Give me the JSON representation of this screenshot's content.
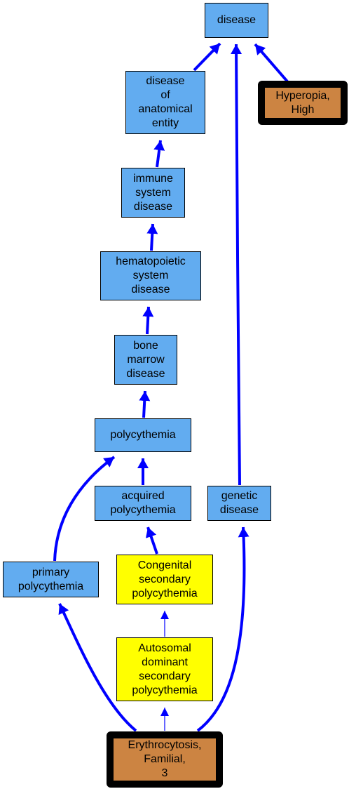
{
  "colors": {
    "ontology_node": "#62acf0",
    "intermediate_node": "#ffff00",
    "highlight_node": "#cc8442",
    "edge": "#0000ff"
  },
  "nodes": {
    "disease": {
      "lines": [
        "disease"
      ]
    },
    "hyperopia_high": {
      "lines": [
        "Hyperopia,",
        "High"
      ]
    },
    "disease_of_anatomical_entity": {
      "lines": [
        "disease",
        "of",
        "anatomical",
        "entity"
      ]
    },
    "immune_system_disease": {
      "lines": [
        "immune",
        "system",
        "disease"
      ]
    },
    "hematopoietic_system_disease": {
      "lines": [
        "hematopoietic",
        "system",
        "disease"
      ]
    },
    "bone_marrow_disease": {
      "lines": [
        "bone",
        "marrow",
        "disease"
      ]
    },
    "polycythemia": {
      "lines": [
        "polycythemia"
      ]
    },
    "acquired_polycythemia": {
      "lines": [
        "acquired",
        "polycythemia"
      ]
    },
    "genetic_disease": {
      "lines": [
        "genetic",
        "disease"
      ]
    },
    "primary_polycythemia": {
      "lines": [
        "primary",
        "polycythemia"
      ]
    },
    "congenital_secondary_polycythemia": {
      "lines": [
        "Congenital",
        "secondary",
        "polycythemia"
      ]
    },
    "autosomal_dominant_secondary_polycythemia": {
      "lines": [
        "Autosomal",
        "dominant",
        "secondary",
        "polycythemia"
      ]
    },
    "erythrocytosis_familial_3": {
      "lines": [
        "Erythrocytosis,",
        "Familial,",
        "3"
      ]
    }
  },
  "edges": [
    {
      "from": "hyperopia_high",
      "to": "disease",
      "weight": "thick"
    },
    {
      "from": "disease_of_anatomical_entity",
      "to": "disease",
      "weight": "thick"
    },
    {
      "from": "genetic_disease",
      "to": "disease",
      "weight": "thick"
    },
    {
      "from": "immune_system_disease",
      "to": "disease_of_anatomical_entity",
      "weight": "thick"
    },
    {
      "from": "hematopoietic_system_disease",
      "to": "immune_system_disease",
      "weight": "thick"
    },
    {
      "from": "bone_marrow_disease",
      "to": "hematopoietic_system_disease",
      "weight": "thick"
    },
    {
      "from": "polycythemia",
      "to": "bone_marrow_disease",
      "weight": "thick"
    },
    {
      "from": "acquired_polycythemia",
      "to": "polycythemia",
      "weight": "thick"
    },
    {
      "from": "primary_polycythemia",
      "to": "polycythemia",
      "weight": "thick"
    },
    {
      "from": "congenital_secondary_polycythemia",
      "to": "acquired_polycythemia",
      "weight": "thick"
    },
    {
      "from": "autosomal_dominant_secondary_polycythemia",
      "to": "congenital_secondary_polycythemia",
      "weight": "thin"
    },
    {
      "from": "erythrocytosis_familial_3",
      "to": "autosomal_dominant_secondary_polycythemia",
      "weight": "thin"
    },
    {
      "from": "erythrocytosis_familial_3",
      "to": "primary_polycythemia",
      "weight": "thick"
    },
    {
      "from": "erythrocytosis_familial_3",
      "to": "genetic_disease",
      "weight": "thick"
    }
  ]
}
